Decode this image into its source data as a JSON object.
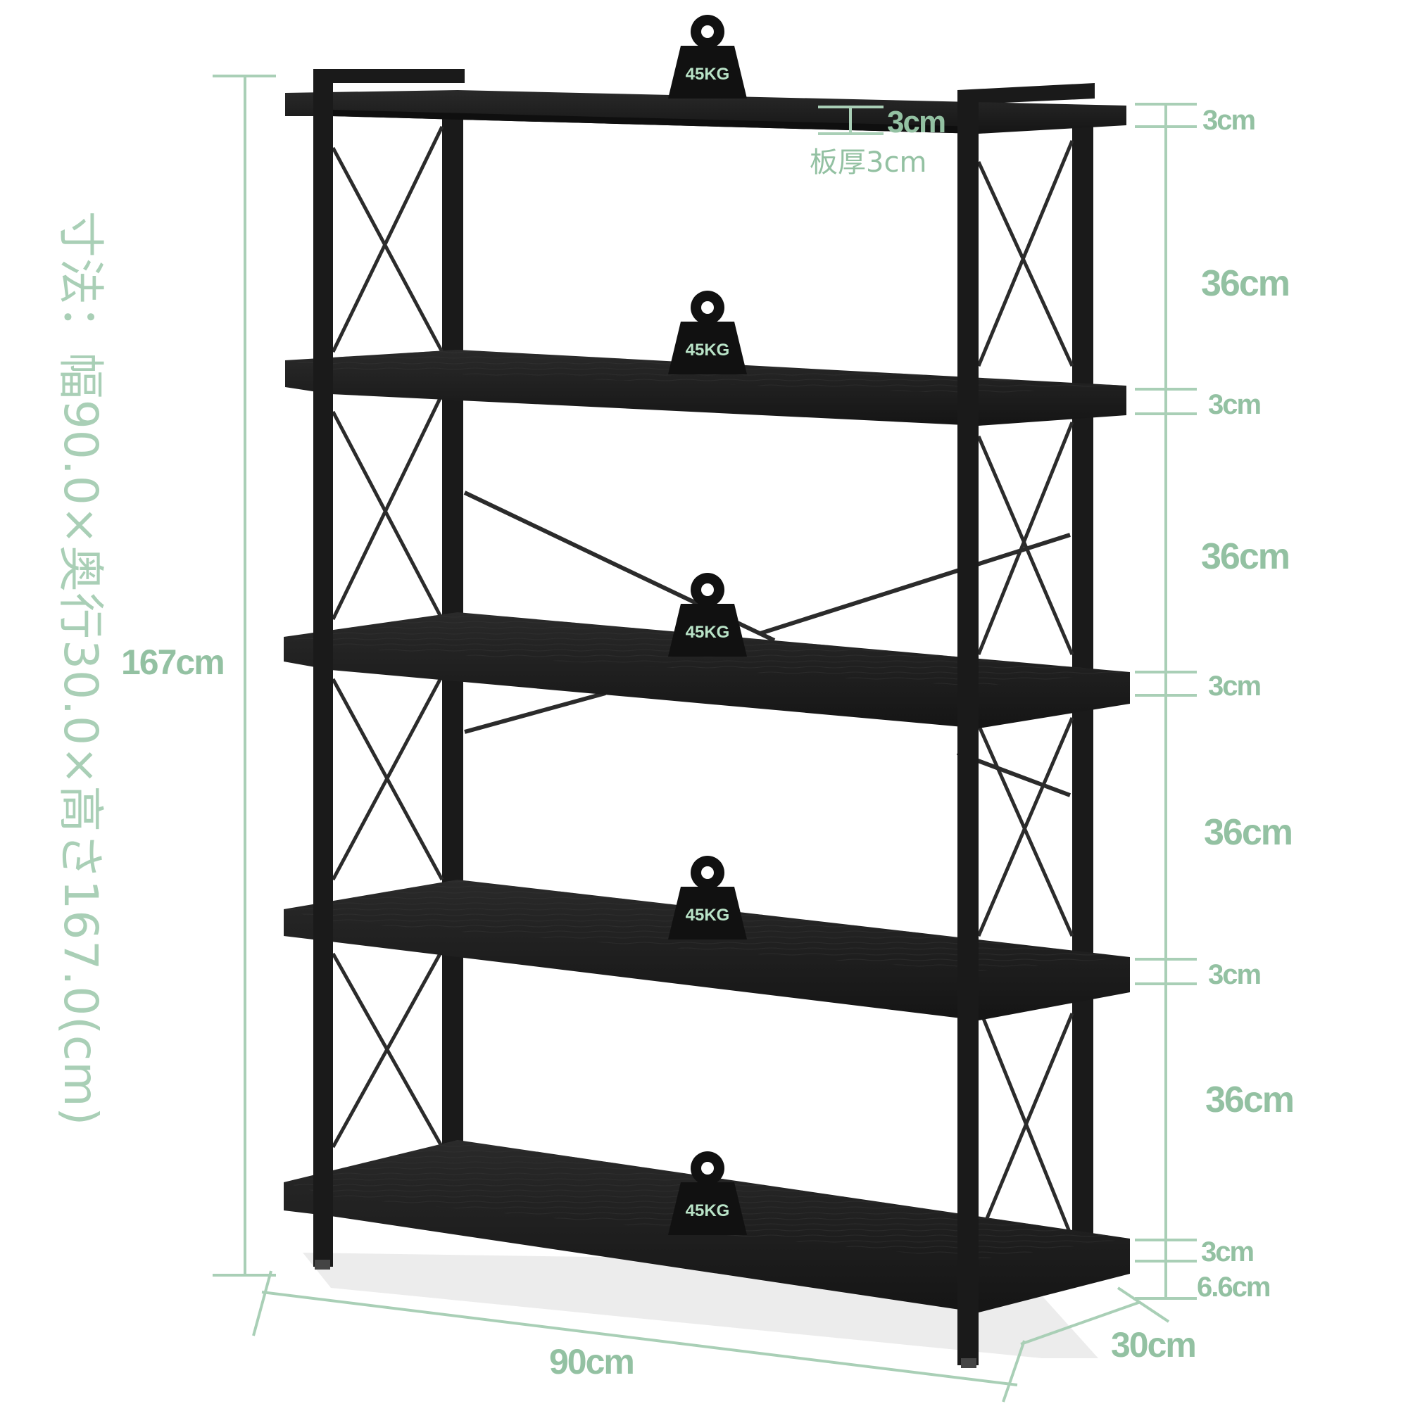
{
  "colors": {
    "dimension": "#a9cfb6",
    "dimension_text": "#93c1a2",
    "frame": "#1a1a1a",
    "shelf": "#222222",
    "badge_text": "#b9e3c7"
  },
  "title": "寸法：幅90.0×奥行30.0×高さ167.0(cm)",
  "dimensions": {
    "height_total": "167cm",
    "width": "90cm",
    "depth": "30cm",
    "board_thickness_label": "3cm",
    "board_thickness_note": "板厚3cm",
    "right_scale": [
      {
        "id": "t1",
        "label": "3cm"
      },
      {
        "id": "g1",
        "label": "36cm"
      },
      {
        "id": "t2",
        "label": "3cm"
      },
      {
        "id": "g2",
        "label": "36cm"
      },
      {
        "id": "t3",
        "label": "3cm"
      },
      {
        "id": "g3",
        "label": "36cm"
      },
      {
        "id": "t4",
        "label": "3cm"
      },
      {
        "id": "g4",
        "label": "36cm"
      },
      {
        "id": "t5",
        "label": "3cm"
      },
      {
        "id": "leg",
        "label": "6.6cm"
      }
    ]
  },
  "load_badges": [
    {
      "shelf": 1,
      "label": "45KG"
    },
    {
      "shelf": 2,
      "label": "45KG"
    },
    {
      "shelf": 3,
      "label": "45KG"
    },
    {
      "shelf": 4,
      "label": "45KG"
    },
    {
      "shelf": 5,
      "label": "45KG"
    }
  ]
}
